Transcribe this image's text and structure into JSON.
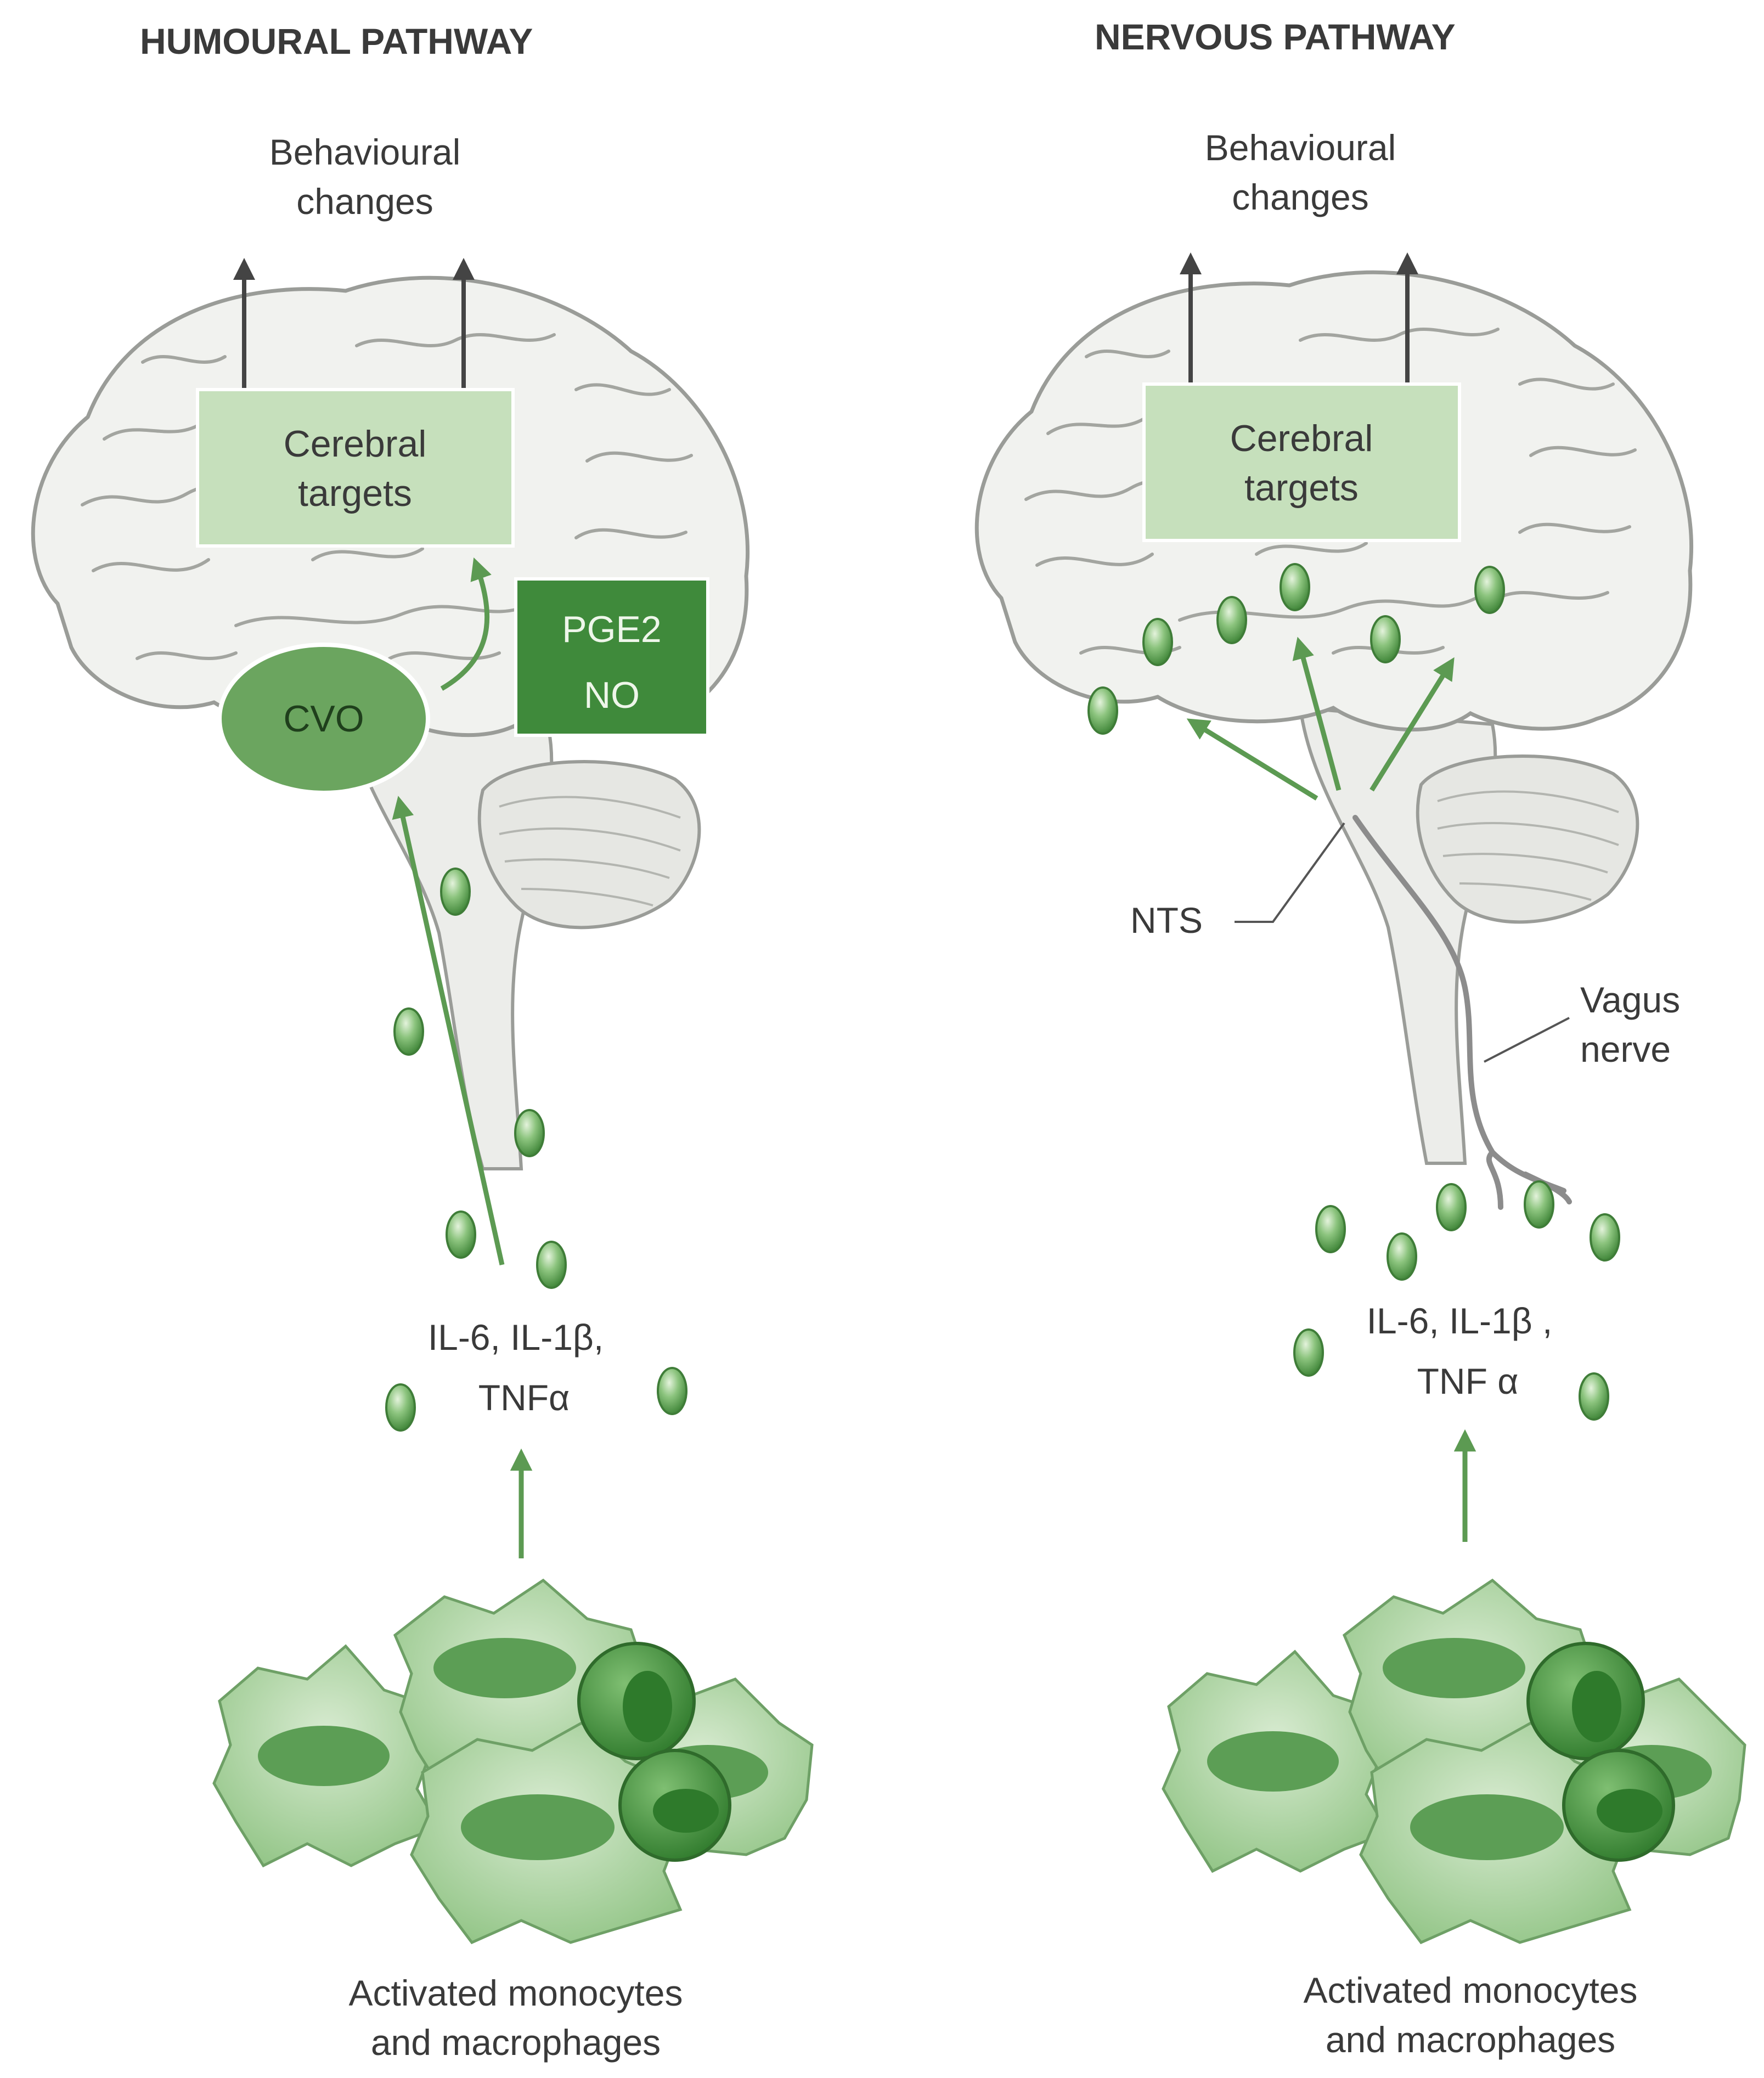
{
  "panels": {
    "humoural": {
      "title": "HUMOURAL PATHWAY",
      "behaviour_line1": "Behavioural",
      "behaviour_line2": "changes",
      "target_line1": "Cerebral",
      "target_line2": "targets",
      "cvo": "CVO",
      "mediator_line1": "PGE2",
      "mediator_line2": "NO",
      "cytokines_line1": "IL-6, IL-1β,",
      "cytokines_line2": "TNFα",
      "cells_line1": "Activated monocytes",
      "cells_line2": "and macrophages"
    },
    "nervous": {
      "title": "NERVOUS PATHWAY",
      "behaviour_line1": "Behavioural",
      "behaviour_line2": "changes",
      "target_line1": "Cerebral",
      "target_line2": "targets",
      "nts": "NTS",
      "vagus_line1": "Vagus",
      "vagus_line2": "nerve",
      "cytokines_line1": "IL-6, IL-1β ,",
      "cytokines_line2": "TNF α",
      "cells_line1": "Activated monocytes",
      "cells_line2": "and macrophages"
    }
  },
  "colors": {
    "target_box": "#c6e0bc",
    "cvo": "#6ba55f",
    "mediator_box": "#3f8a3b",
    "arrow_green": "#5c9a52"
  }
}
